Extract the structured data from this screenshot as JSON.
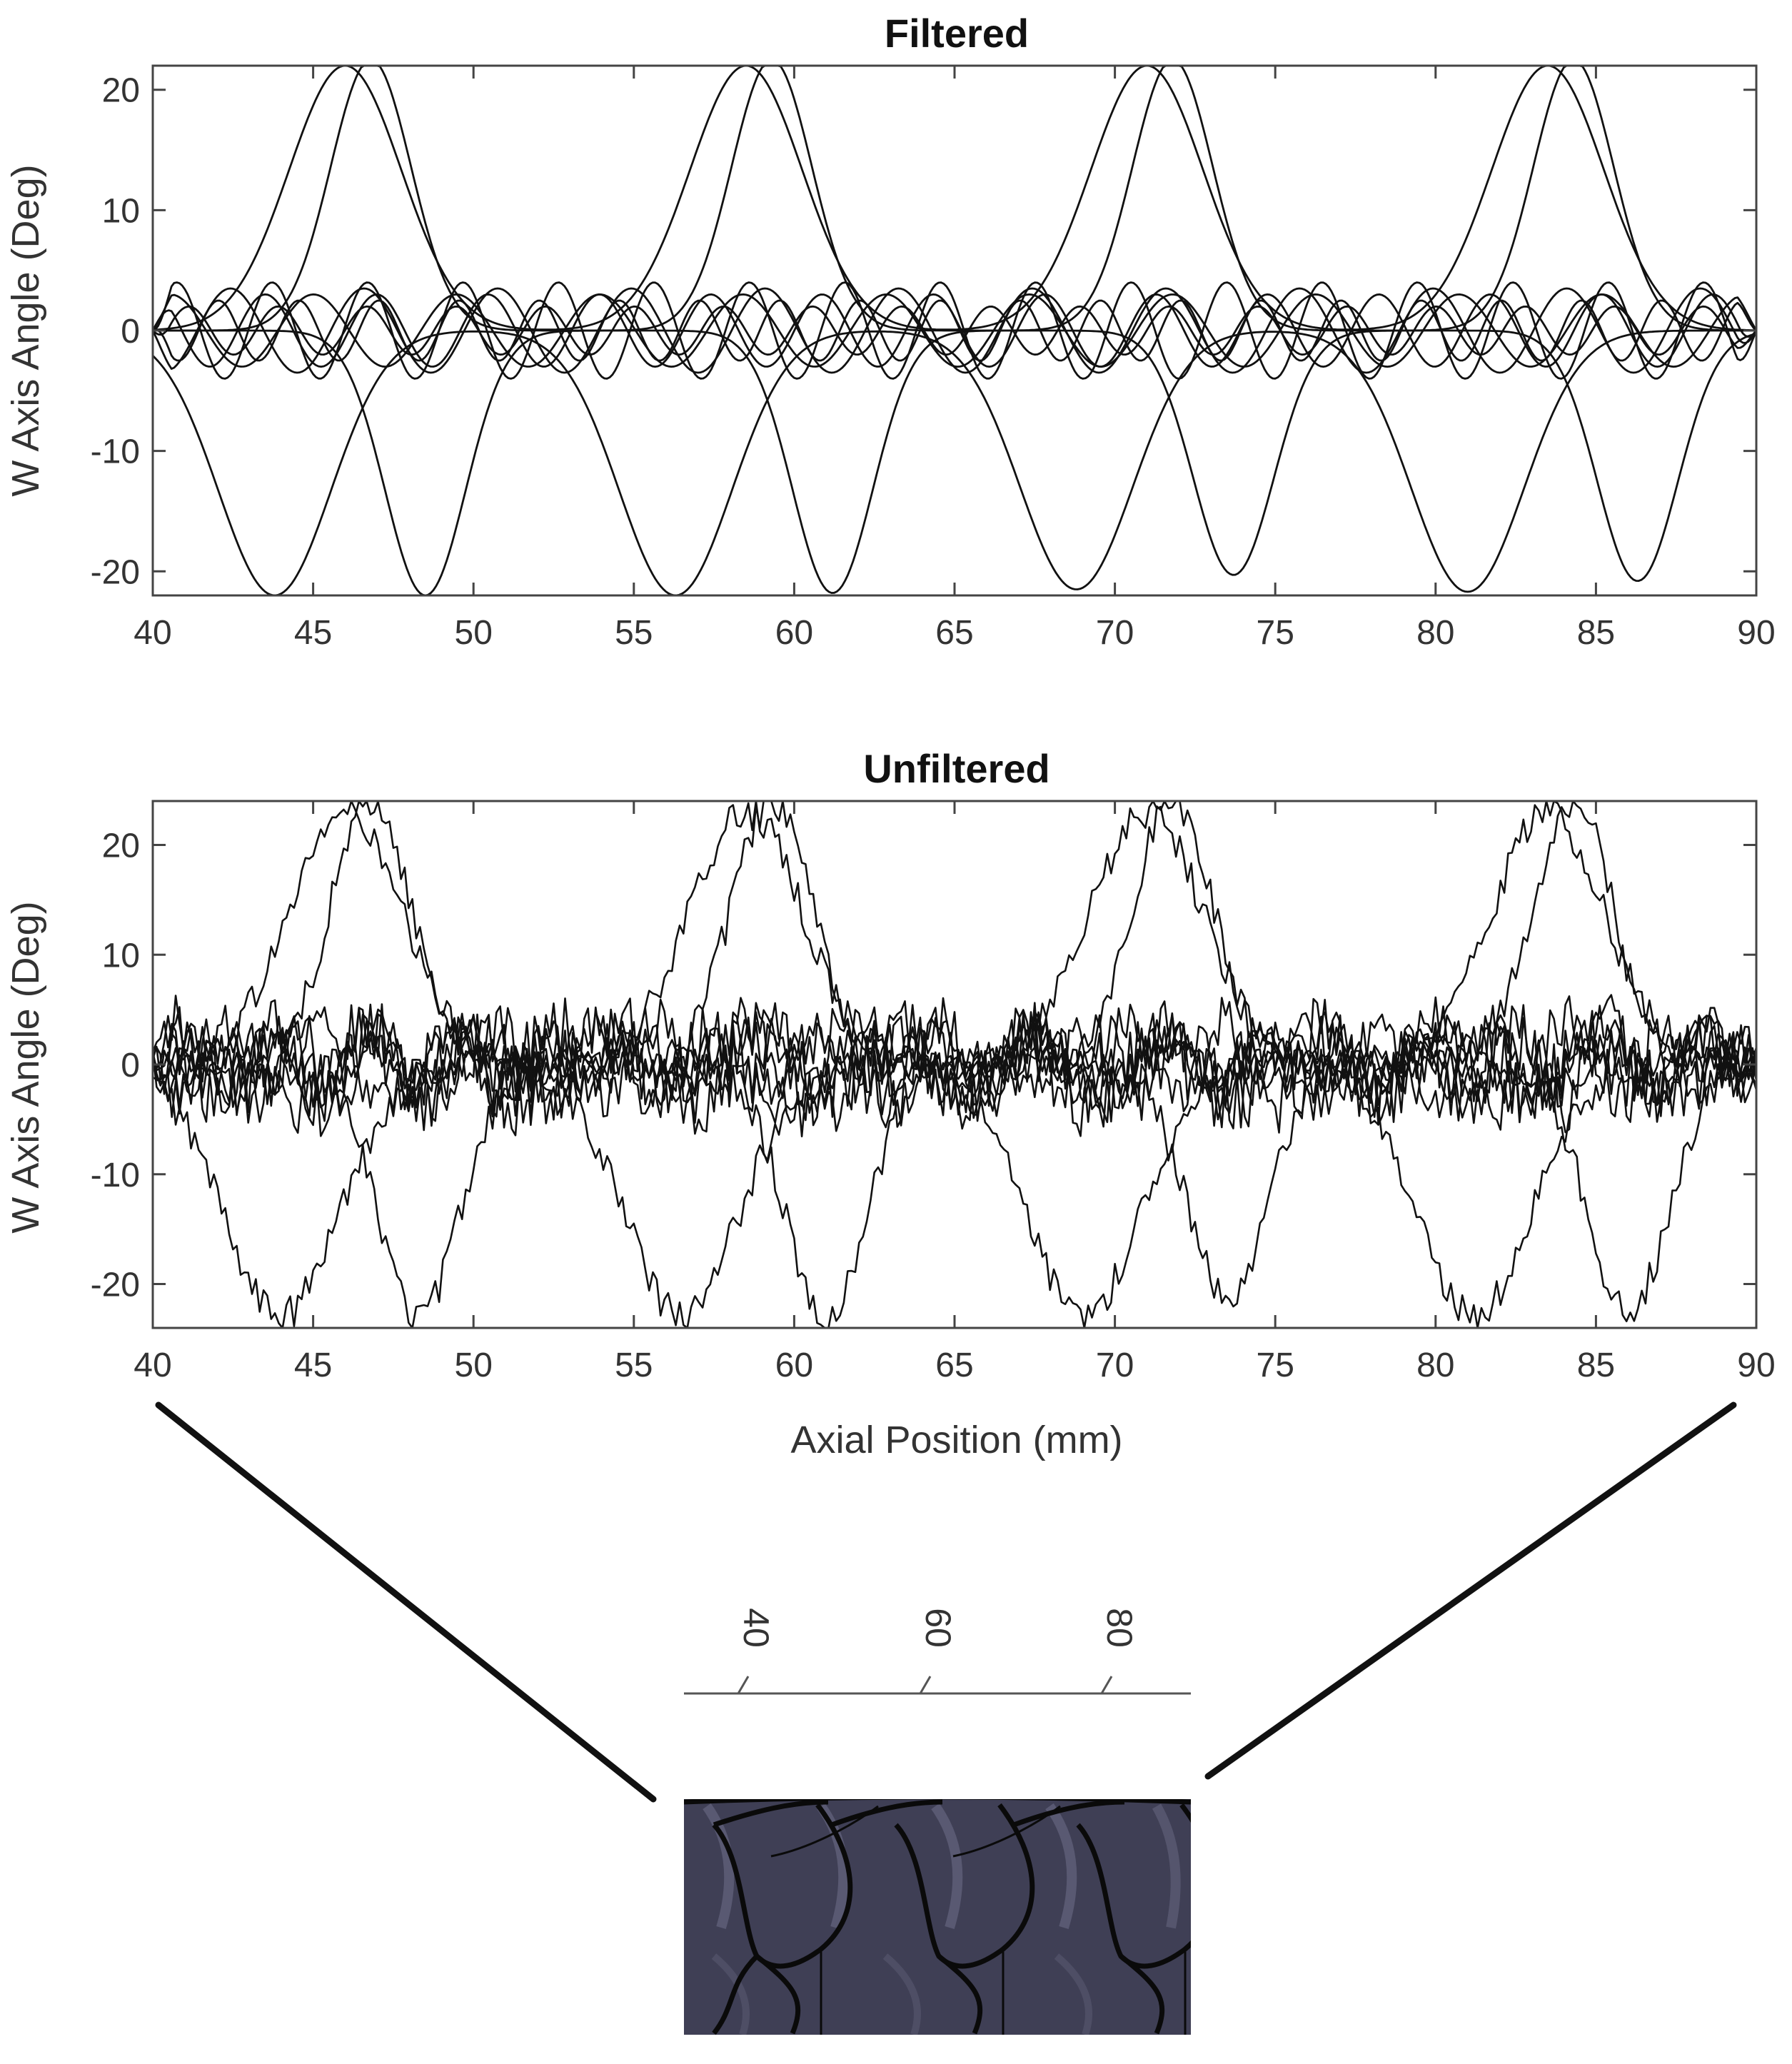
{
  "colors": {
    "line": "#111111",
    "axis": "#444444",
    "rod": "#3f3f55",
    "rod_light": "#6b6b85"
  },
  "chart_data": [
    {
      "type": "line",
      "title": "Filtered",
      "xlabel": "",
      "ylabel": "W Axis Angle (Deg)",
      "xlim": [
        40,
        90
      ],
      "ylim": [
        -22,
        22
      ],
      "xticks": [
        40,
        45,
        50,
        55,
        60,
        65,
        70,
        75,
        80,
        85,
        90
      ],
      "yticks": [
        -20,
        -10,
        0,
        10,
        20
      ],
      "xtick_labels": [
        "40",
        "45",
        "50",
        "55",
        "60",
        "65",
        "70",
        "75",
        "80",
        "85",
        "90"
      ],
      "ytick_labels": [
        "-20",
        "-10",
        "0",
        "10",
        "20"
      ],
      "grid": false,
      "period_mm": 12.5,
      "series": [
        {
          "peaks": [
            [
              46.0,
              22
            ],
            [
              58.5,
              22
            ],
            [
              71.0,
              22
            ],
            [
              83.5,
              22
            ]
          ],
          "sharp": false
        },
        {
          "peaks": [
            [
              46.8,
              22.5
            ],
            [
              59.3,
              22.5
            ],
            [
              71.8,
              22.5
            ],
            [
              84.3,
              22.5
            ]
          ],
          "sharp": true
        },
        {
          "peaks": [
            [
              43.8,
              -22
            ],
            [
              56.3,
              -22
            ],
            [
              68.8,
              -21.5
            ],
            [
              81.0,
              -21.7
            ]
          ],
          "sharp": false
        },
        {
          "peaks": [
            [
              48.5,
              -22
            ],
            [
              61.2,
              -21.8
            ],
            [
              73.7,
              -20.3
            ],
            [
              86.3,
              -20.8
            ]
          ],
          "sharp": true
        },
        {
          "wiggle": [
            4.0,
            4.2,
            0.0
          ]
        },
        {
          "wiggle": [
            3.0,
            3.6,
            1.5
          ]
        },
        {
          "wiggle": [
            2.5,
            5.0,
            2.7
          ]
        },
        {
          "wiggle": [
            3.5,
            3.0,
            4.2
          ]
        },
        {
          "wiggle": [
            2.0,
            4.5,
            5.3
          ]
        },
        {
          "wiggle": [
            3.0,
            2.8,
            0.8
          ]
        }
      ]
    },
    {
      "type": "line",
      "title": "Unfiltered",
      "xlabel": "Axial Position (mm)",
      "ylabel": "W Axis Angle (Deg)",
      "xlim": [
        40,
        90
      ],
      "ylim": [
        -24,
        24
      ],
      "xticks": [
        40,
        45,
        50,
        55,
        60,
        65,
        70,
        75,
        80,
        85,
        90
      ],
      "yticks": [
        -20,
        -10,
        0,
        10,
        20
      ],
      "xtick_labels": [
        "40",
        "45",
        "50",
        "55",
        "60",
        "65",
        "70",
        "75",
        "80",
        "85",
        "90"
      ],
      "ytick_labels": [
        "-20",
        "-10",
        "0",
        "10",
        "20"
      ],
      "grid": false,
      "period_mm": 12.5,
      "series": [
        {
          "peaks": [
            [
              46.0,
              23
            ],
            [
              58.5,
              23
            ],
            [
              71.0,
              23
            ],
            [
              83.5,
              23
            ]
          ],
          "sharp": false
        },
        {
          "peaks": [
            [
              46.8,
              24
            ],
            [
              59.3,
              24
            ],
            [
              71.8,
              24
            ],
            [
              84.3,
              24
            ]
          ],
          "sharp": true
        },
        {
          "peaks": [
            [
              44.0,
              -23
            ],
            [
              56.5,
              -23
            ],
            [
              69.0,
              -23
            ],
            [
              81.2,
              -23
            ]
          ],
          "sharp": false
        },
        {
          "peaks": [
            [
              48.3,
              -23
            ],
            [
              61.0,
              -23
            ],
            [
              73.5,
              -21
            ],
            [
              86.0,
              -22.5
            ]
          ],
          "sharp": true
        },
        {
          "wiggle": [
            4.0,
            4.2,
            0.0
          ]
        },
        {
          "wiggle": [
            3.0,
            3.6,
            1.5
          ]
        },
        {
          "wiggle": [
            2.5,
            5.0,
            2.7
          ]
        },
        {
          "wiggle": [
            3.5,
            3.0,
            4.2
          ]
        },
        {
          "wiggle": [
            2.0,
            4.5,
            5.3
          ]
        },
        {
          "wiggle": [
            3.0,
            2.8,
            0.8
          ]
        }
      ]
    }
  ],
  "ruler": {
    "labels": [
      "40",
      "60",
      "80"
    ]
  }
}
